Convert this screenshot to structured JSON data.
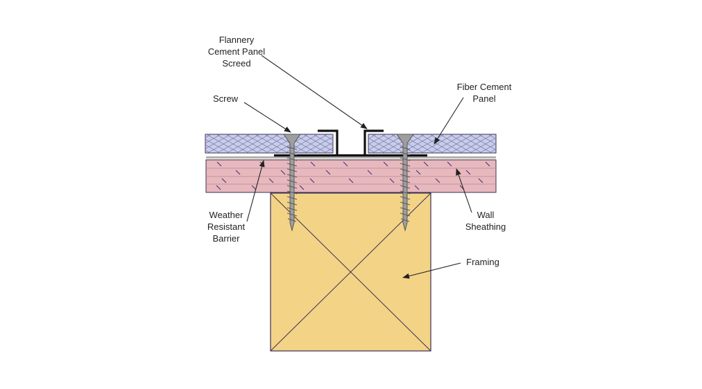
{
  "labels": {
    "screed": [
      "Flannery",
      "Cement Panel",
      "Screed"
    ],
    "screw": [
      "Screw"
    ],
    "fiber_cement_panel": [
      "Fiber Cement",
      "Panel"
    ],
    "weather_resistant_barrier": [
      "Weather",
      "Resistant",
      "Barrier"
    ],
    "wall_sheathing": [
      "Wall",
      "Sheathing"
    ],
    "framing": [
      "Framing"
    ]
  },
  "colors": {
    "fiber_cement_panel": "#c9cde6",
    "fiber_cement_hatch": "#6e73b0",
    "wall_sheathing": "#e7b8bd",
    "sheathing_lines": "#b98a90",
    "sheathing_ticks": "#4a3a78",
    "framing": "#f3d386",
    "outline": "#3b2f55",
    "screed": "#111111",
    "screw": "#9e9e9e",
    "screw_thread": "#5a5a5a",
    "leader": "#222222"
  }
}
